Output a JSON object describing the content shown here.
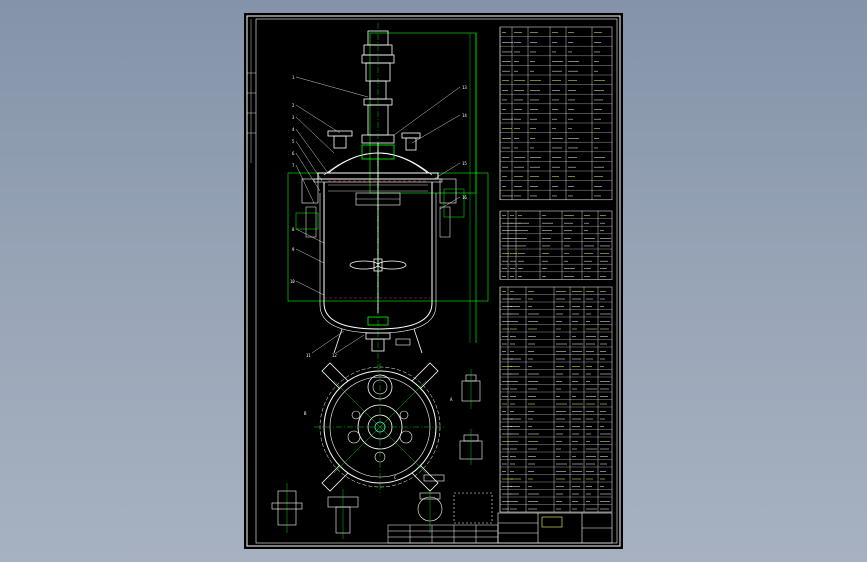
{
  "drawing": {
    "title_block": {
      "name": "",
      "number": "",
      "scale_box": "",
      "label_drawing_no": ""
    },
    "colors": {
      "background": "#000000",
      "desktop": "#8e9aae",
      "lines": "#ffffff",
      "centerlines": "#00ff00",
      "hidden": "#ff4040",
      "cyan": "#40e0e0",
      "accent": "#ffff66"
    },
    "tables": {
      "spec_rows": 18,
      "nozzle_rows": 9,
      "parts_rows": 30
    },
    "views": [
      "main-elevation-view",
      "top-plan-view",
      "detail-views",
      "flange-details"
    ]
  }
}
